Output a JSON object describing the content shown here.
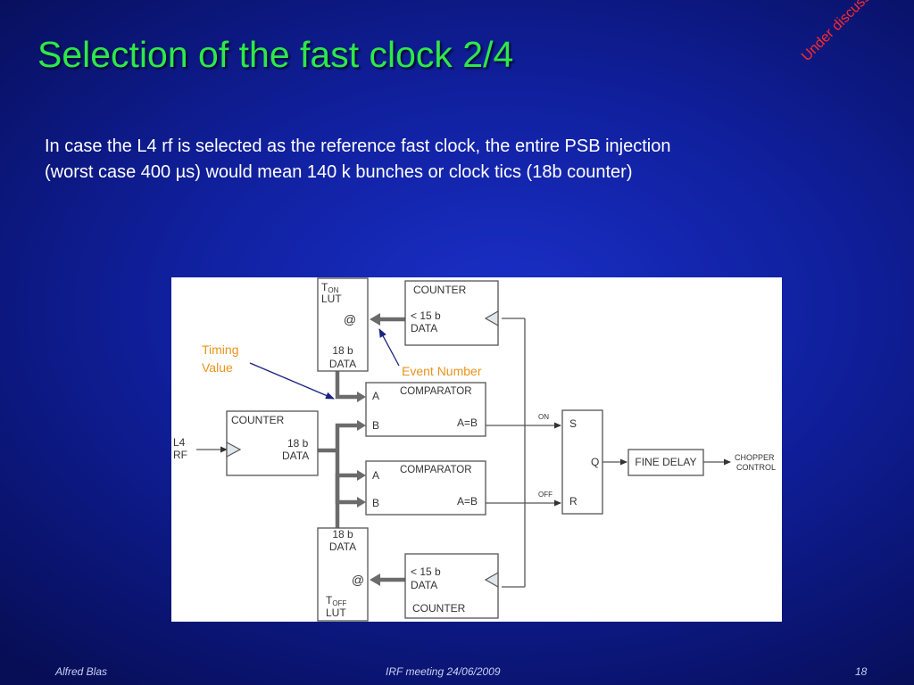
{
  "slide": {
    "title": "Selection of the fast clock 2/4",
    "stamp": "Under discussion",
    "body_line1": "In case the L4 rf is selected as the reference fast clock, the entire PSB injection",
    "body_line2": "(worst case 400 µs) would mean 140 k bunches or clock tics (18b counter)"
  },
  "diagram": {
    "ton_lut": {
      "t": "T",
      "sub": "ON",
      "lut": "LUT",
      "at": "@",
      "bits": "18 b",
      "data": "DATA"
    },
    "toff_lut": {
      "t": "T",
      "sub": "OFF",
      "lut": "LUT",
      "at": "@",
      "bits": "18 b",
      "data": "DATA"
    },
    "counter_top": {
      "title": "COUNTER",
      "bits": "< 15 b",
      "data": "DATA"
    },
    "counter_bottom": {
      "title": "COUNTER",
      "bits": "< 15 b",
      "data": "DATA"
    },
    "counter_main": {
      "title": "COUNTER",
      "bits": "18 b",
      "data": "DATA"
    },
    "comparator_top": {
      "title": "COMPARATOR",
      "a": "A",
      "b": "B",
      "out": "A=B"
    },
    "comparator_bottom": {
      "title": "COMPARATOR",
      "a": "A",
      "b": "B",
      "out": "A=B"
    },
    "flipflop": {
      "s": "S",
      "q": "Q",
      "r": "R"
    },
    "fine_delay": "FINE DELAY",
    "input_l4": "L4",
    "input_rf": "RF",
    "on_label": "ON",
    "off_label": "OFF",
    "chopper_line1": "CHOPPER",
    "chopper_line2": "CONTROL",
    "timing_line1": "Timing",
    "timing_line2": "Value",
    "event_number": "Event Number",
    "colors": {
      "annotation": "#e8931a",
      "pointer": "#1a237e",
      "bus": "#6b6b6b",
      "box": "#555555"
    }
  },
  "footer": {
    "author": "Alfred Blas",
    "meeting": "IRF meeting  24/06/2009",
    "page": "18"
  }
}
